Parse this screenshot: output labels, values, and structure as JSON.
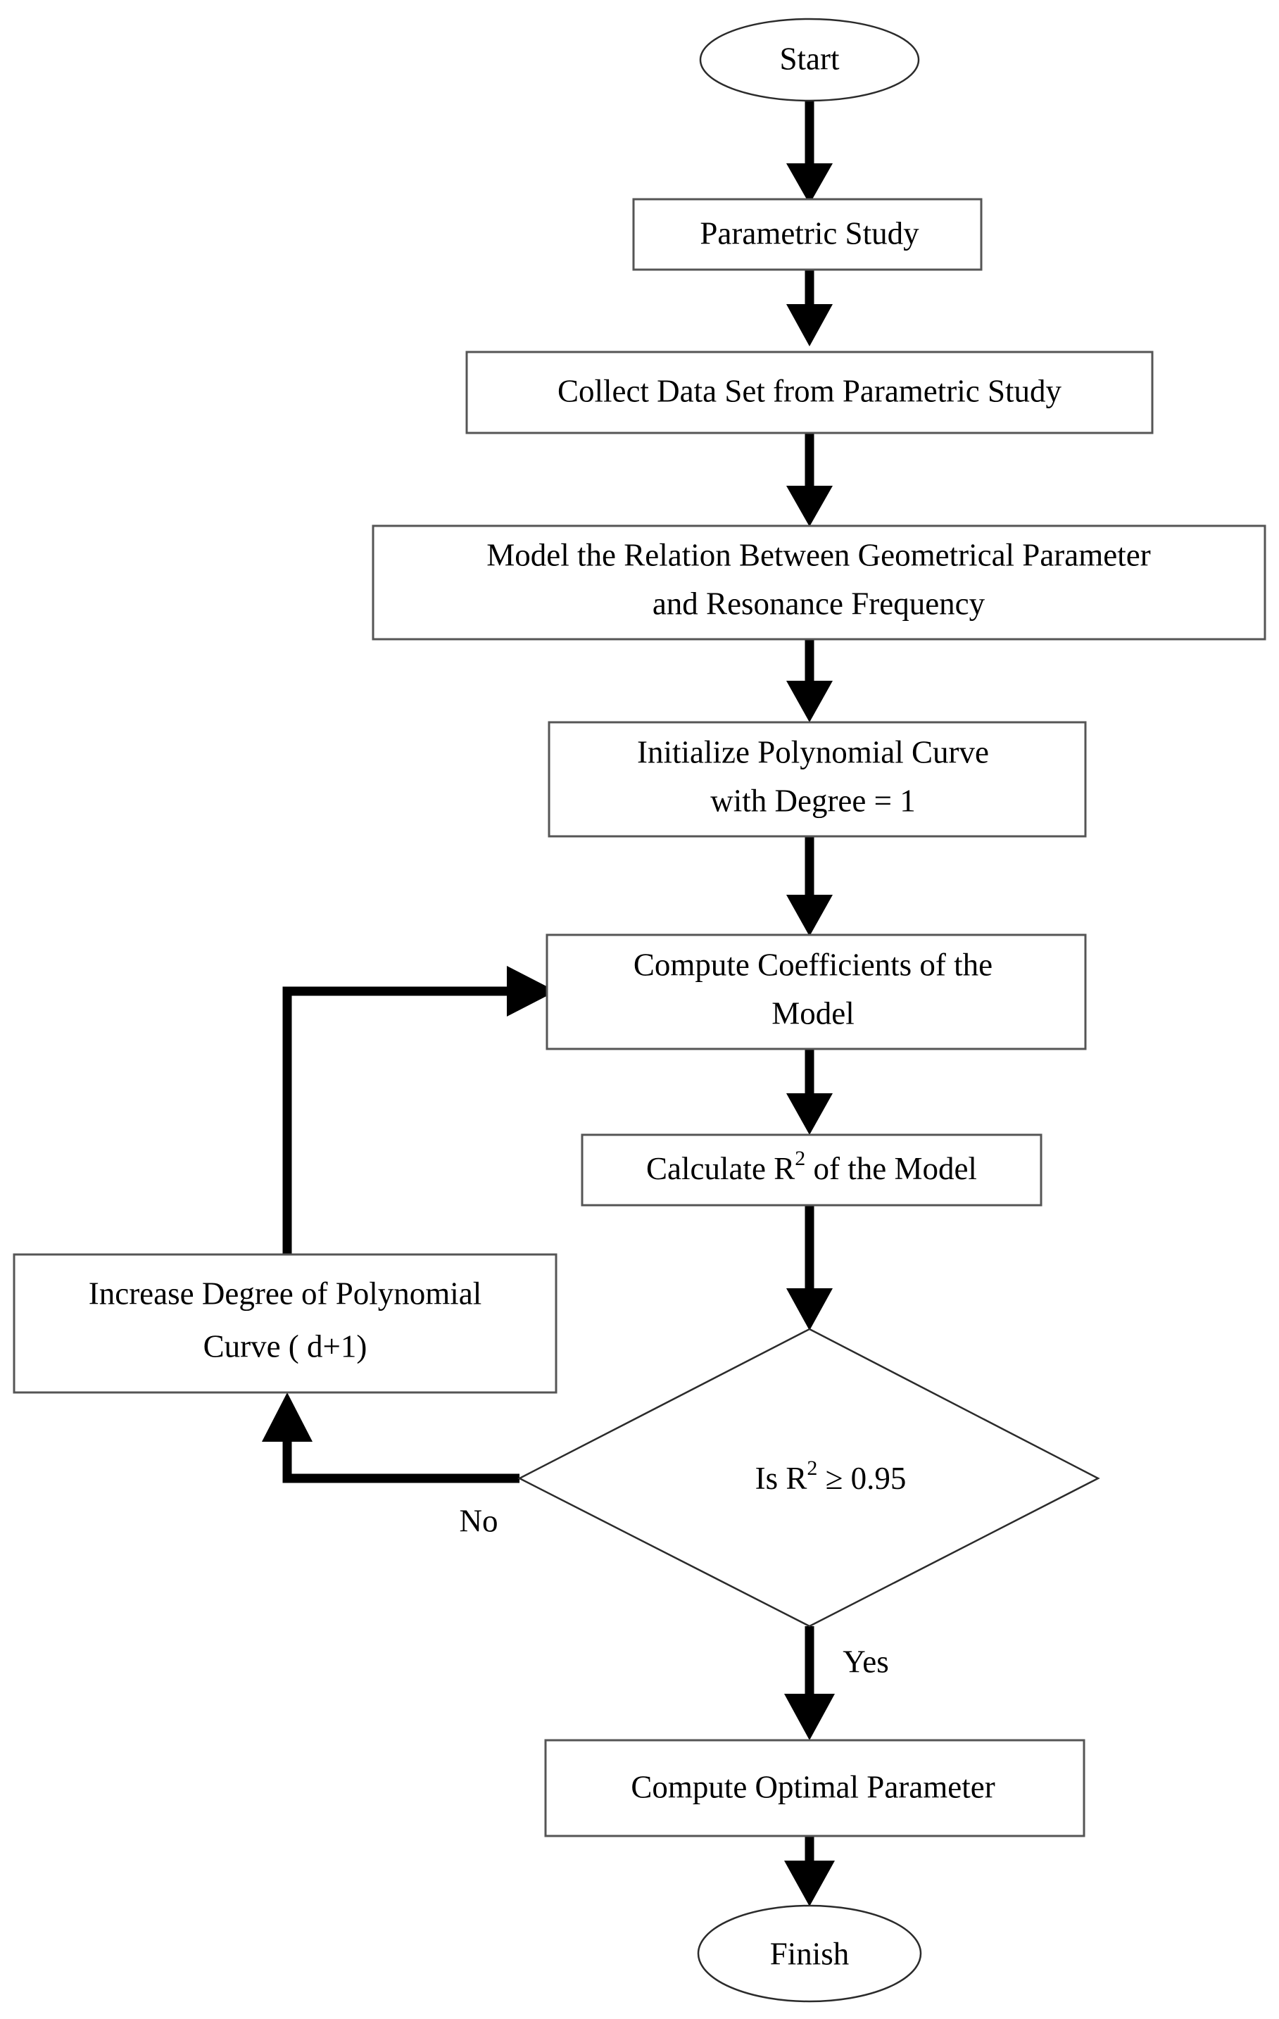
{
  "diagram": {
    "type": "flowchart",
    "title": "Parametric Study Polynomial Curve Fitting Flowchart",
    "background_color": "#ffffff",
    "line_color": "#000000",
    "node_border_color": "#555555",
    "text_color": "#000000",
    "nodes": [
      {
        "id": "start",
        "shape": "ellipse",
        "label": "Start"
      },
      {
        "id": "parametric",
        "shape": "rectangle",
        "label": "Parametric Study"
      },
      {
        "id": "collect",
        "shape": "rectangle",
        "label": "Collect Data Set from Parametric Study"
      },
      {
        "id": "model",
        "shape": "rectangle",
        "label_line1": "Model the Relation Between Geometrical Parameter",
        "label_line2": "and Resonance Frequency"
      },
      {
        "id": "initialize",
        "shape": "rectangle",
        "label_line1": "Initialize Polynomial Curve",
        "label_line2": "with Degree = 1"
      },
      {
        "id": "coefficients",
        "shape": "rectangle",
        "label_line1": "Compute Coefficients of the",
        "label_line2": "Model"
      },
      {
        "id": "calculate",
        "shape": "rectangle",
        "label_pre": "Calculate R",
        "label_sup": "2",
        "label_post": " of the Model"
      },
      {
        "id": "increase",
        "shape": "rectangle",
        "label_line1": "Increase Degree of Polynomial",
        "label_line2": "Curve ( d+1)"
      },
      {
        "id": "decision",
        "shape": "diamond",
        "label_pre": "Is R",
        "label_sup": "2",
        "label_post": " ≥ 0.95"
      },
      {
        "id": "optimal",
        "shape": "rectangle",
        "label": "Compute Optimal Parameter"
      },
      {
        "id": "finish",
        "shape": "ellipse",
        "label": "Finish"
      }
    ],
    "edge_labels": {
      "no": "No",
      "yes": "Yes"
    }
  }
}
